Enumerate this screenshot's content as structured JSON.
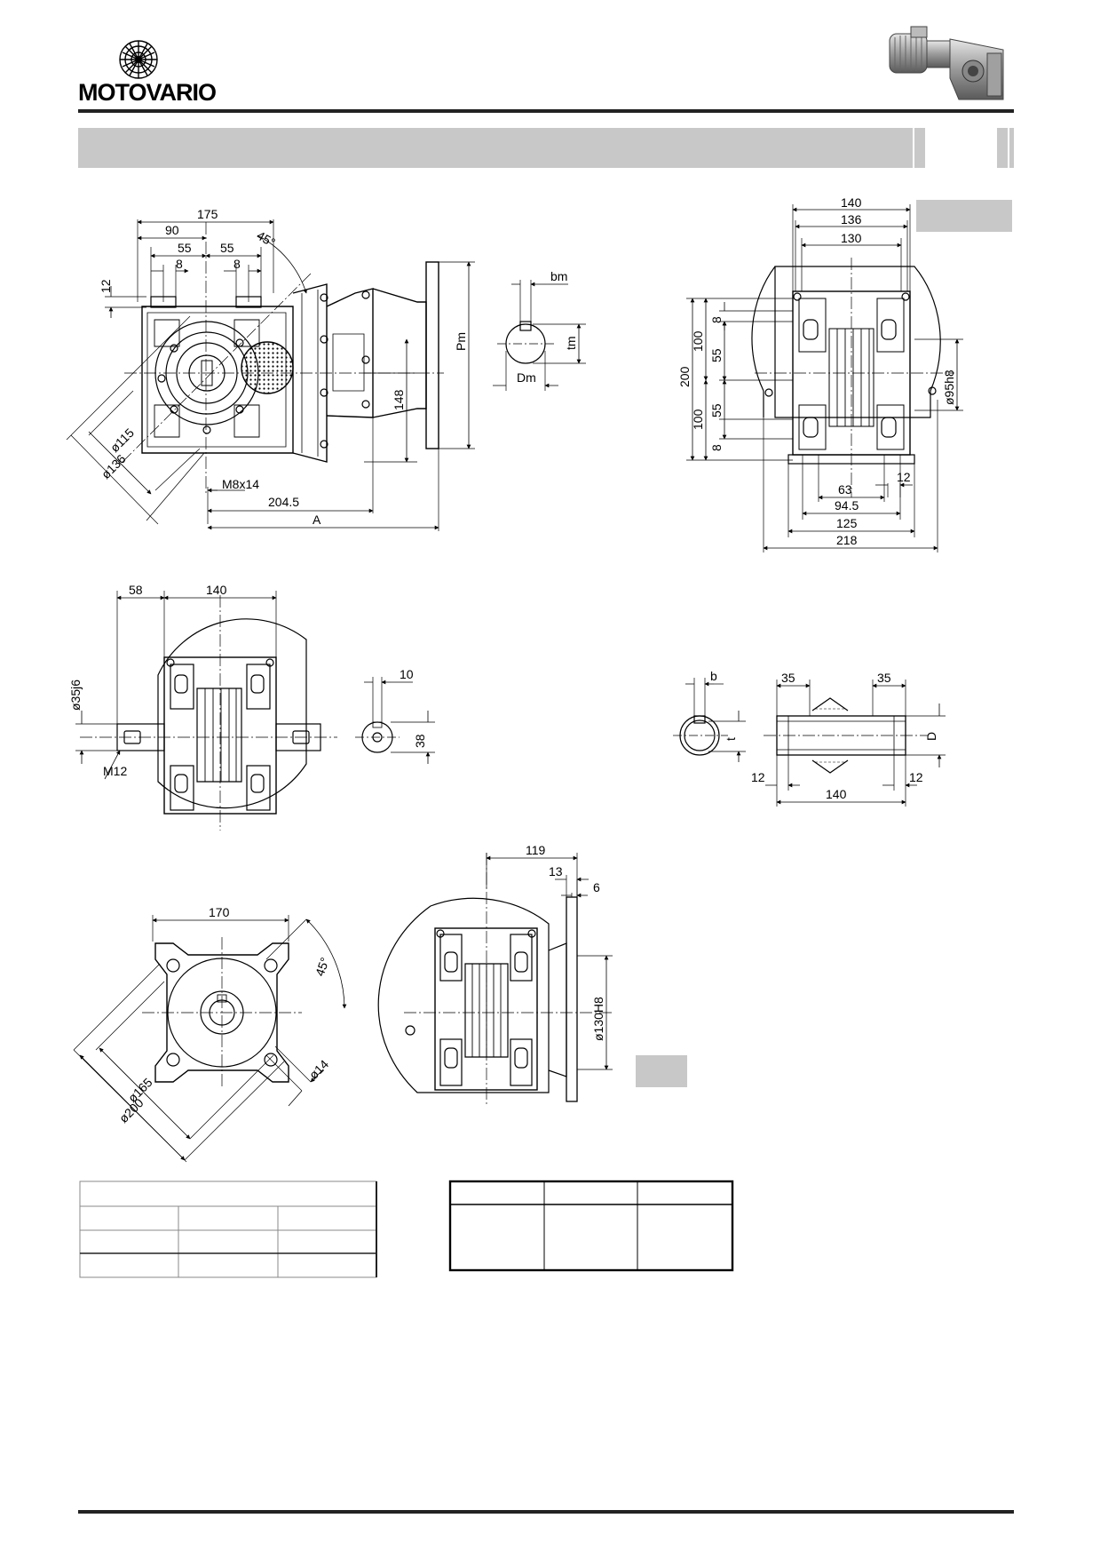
{
  "brand": {
    "name": "MOTOVARIO"
  },
  "drawing_labels": {
    "top_view": {
      "d175": "175",
      "d90": "90",
      "d55a": "55",
      "d55b": "55",
      "d8a": "8",
      "d8b": "8",
      "d12": "12",
      "angle": "45°",
      "dia115": "ø115",
      "dia136": "ø136",
      "m8": "M8x14",
      "d204": "204.5",
      "dA": "A",
      "d148": "148",
      "dPm": "Pm"
    },
    "key_detail_1": {
      "bm": "bm",
      "tm": "tm",
      "Dm": "Dm"
    },
    "side_view_right": {
      "d140": "140",
      "d136": "136",
      "d130": "130",
      "d200": "200",
      "d100a": "100",
      "d100b": "100",
      "d55a": "55",
      "d55b": "55",
      "d8a": "8",
      "d8b": "8",
      "dia95": "ø95h8",
      "d63": "63",
      "d945": "94.5",
      "d12": "12",
      "d125": "125",
      "d218": "218"
    },
    "side_view_left": {
      "d58": "58",
      "d140": "140",
      "dia35": "ø35j6",
      "m12": "M12"
    },
    "key_detail_2": {
      "d10": "10",
      "d38": "38"
    },
    "hollow_shaft": {
      "b": "b",
      "t": "t",
      "d35a": "35",
      "d35b": "35",
      "D": "D",
      "d12a": "12",
      "d12b": "12",
      "d140": "140"
    },
    "flange_front": {
      "d170": "170",
      "angle": "45°",
      "dia165": "ø165",
      "dia200": "ø200",
      "dia14": "ø14"
    },
    "flange_side": {
      "d119": "119",
      "d13": "13",
      "d6": "6",
      "dia130": "ø130H8"
    }
  },
  "tables": {
    "left": {
      "rows": 4,
      "cols": 3
    },
    "right": {
      "rows": 2,
      "cols": 3
    }
  }
}
